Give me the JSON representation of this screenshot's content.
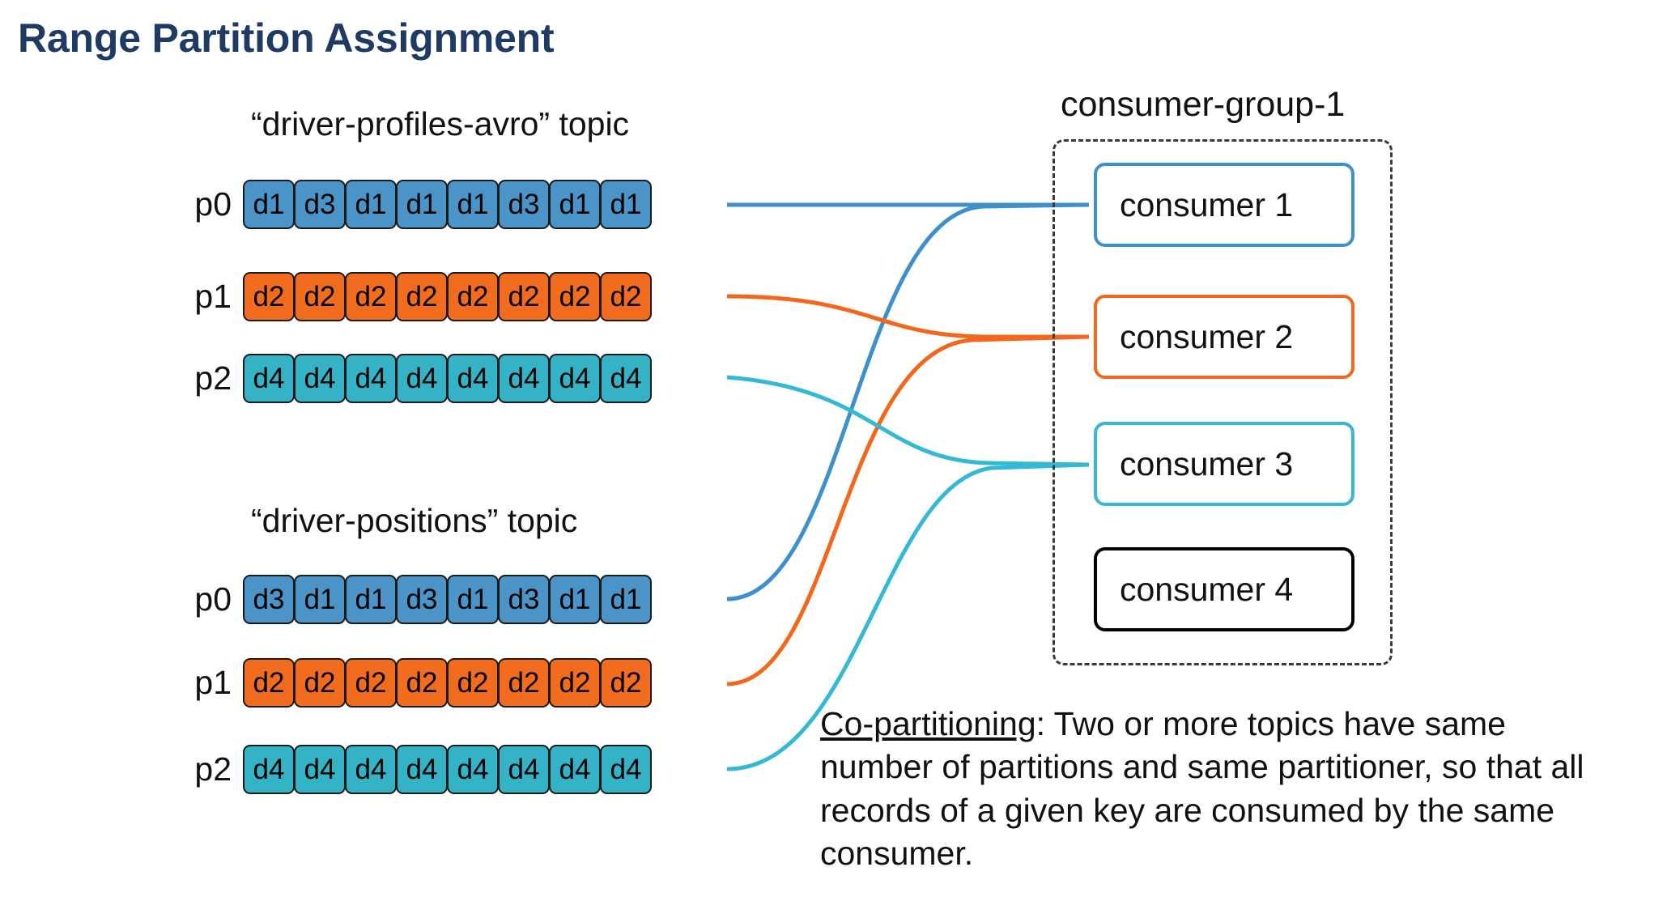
{
  "title": "Range Partition Assignment",
  "colors": {
    "title": "#1f3a63",
    "d1": "#4a94c8",
    "d2": "#f26c20",
    "d3": "#4a94c8",
    "d4": "#35b3c6",
    "consumer1_border": "#3d90c9",
    "consumer2_border": "#f2671b",
    "consumer3_border": "#35b8d4",
    "consumer4_border": "#000000",
    "group_border": "#3b3b3b",
    "text": "#111111"
  },
  "topics": [
    {
      "name": "“driver-profiles-avro” topic",
      "partitions": [
        {
          "label": "p0",
          "cells": [
            "d1",
            "d3",
            "d1",
            "d1",
            "d1",
            "d3",
            "d1",
            "d1"
          ]
        },
        {
          "label": "p1",
          "cells": [
            "d2",
            "d2",
            "d2",
            "d2",
            "d2",
            "d2",
            "d2",
            "d2"
          ]
        },
        {
          "label": "p2",
          "cells": [
            "d4",
            "d4",
            "d4",
            "d4",
            "d4",
            "d4",
            "d4",
            "d4"
          ]
        }
      ]
    },
    {
      "name": "“driver-positions” topic",
      "partitions": [
        {
          "label": "p0",
          "cells": [
            "d3",
            "d1",
            "d1",
            "d3",
            "d1",
            "d3",
            "d1",
            "d1"
          ]
        },
        {
          "label": "p1",
          "cells": [
            "d2",
            "d2",
            "d2",
            "d2",
            "d2",
            "d2",
            "d2",
            "d2"
          ]
        },
        {
          "label": "p2",
          "cells": [
            "d4",
            "d4",
            "d4",
            "d4",
            "d4",
            "d4",
            "d4",
            "d4"
          ]
        }
      ]
    }
  ],
  "consumer_group": {
    "name": "consumer-group-1",
    "consumers": [
      {
        "label": "consumer 1"
      },
      {
        "label": "consumer 2"
      },
      {
        "label": "consumer 3"
      },
      {
        "label": "consumer 4"
      }
    ]
  },
  "caption": {
    "term": "Co-partitioning",
    "body": ": Two or more topics have same number of partitions and same partitioner, so that all records of a given key are consumed by the same consumer."
  }
}
